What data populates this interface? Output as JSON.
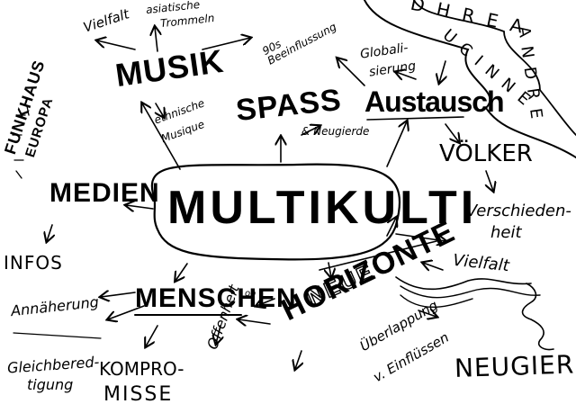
{
  "center": "MULTIKULTI",
  "nodes": {
    "musik": "MUSIK",
    "vielfalt_top": "Vielfalt",
    "asiatische": "asiatische",
    "trommeln": "Trommeln",
    "einfluesse": "90s Beeinflussung",
    "ethnische": "ethnische",
    "musique": "Musique",
    "spass": "SPASS",
    "neugierde_small": "& Neugierde",
    "globali": "Globali-",
    "sierung": "sierung",
    "austausch": "Austausch",
    "voelker": "VÖLKER",
    "verschieden": "Verschieden-",
    "heit": "heit",
    "vielfalt_right": "Vielfalt",
    "neugierde_big": "NEUGIERDE",
    "ueberlappung": "Überlappung",
    "einfluessen": "v. Einflüssen",
    "neue": "NEUE",
    "horizonte": "HORIZONTE",
    "offenheit": "Offenheit",
    "kompromisse_1": "KOMPRO-",
    "kompromisse_2": "MISSE",
    "gleichbered_1": "Gleichbered-",
    "gleichbered_2": "tigung",
    "annaeherung": "Annäherung",
    "menschen": "MENSCHEN",
    "menschen_sup": "oo",
    "medien": "MEDIEN",
    "infos": "INFOS",
    "funkhaus_1": "FUNKHAUS",
    "funkhaus_2": "EUROPA"
  },
  "river": {
    "row1": "DHREA",
    "row2": "UCINNE",
    "row3": "ANDRE"
  },
  "colors": {
    "ink": "#000000",
    "paper": "#ffffff"
  }
}
